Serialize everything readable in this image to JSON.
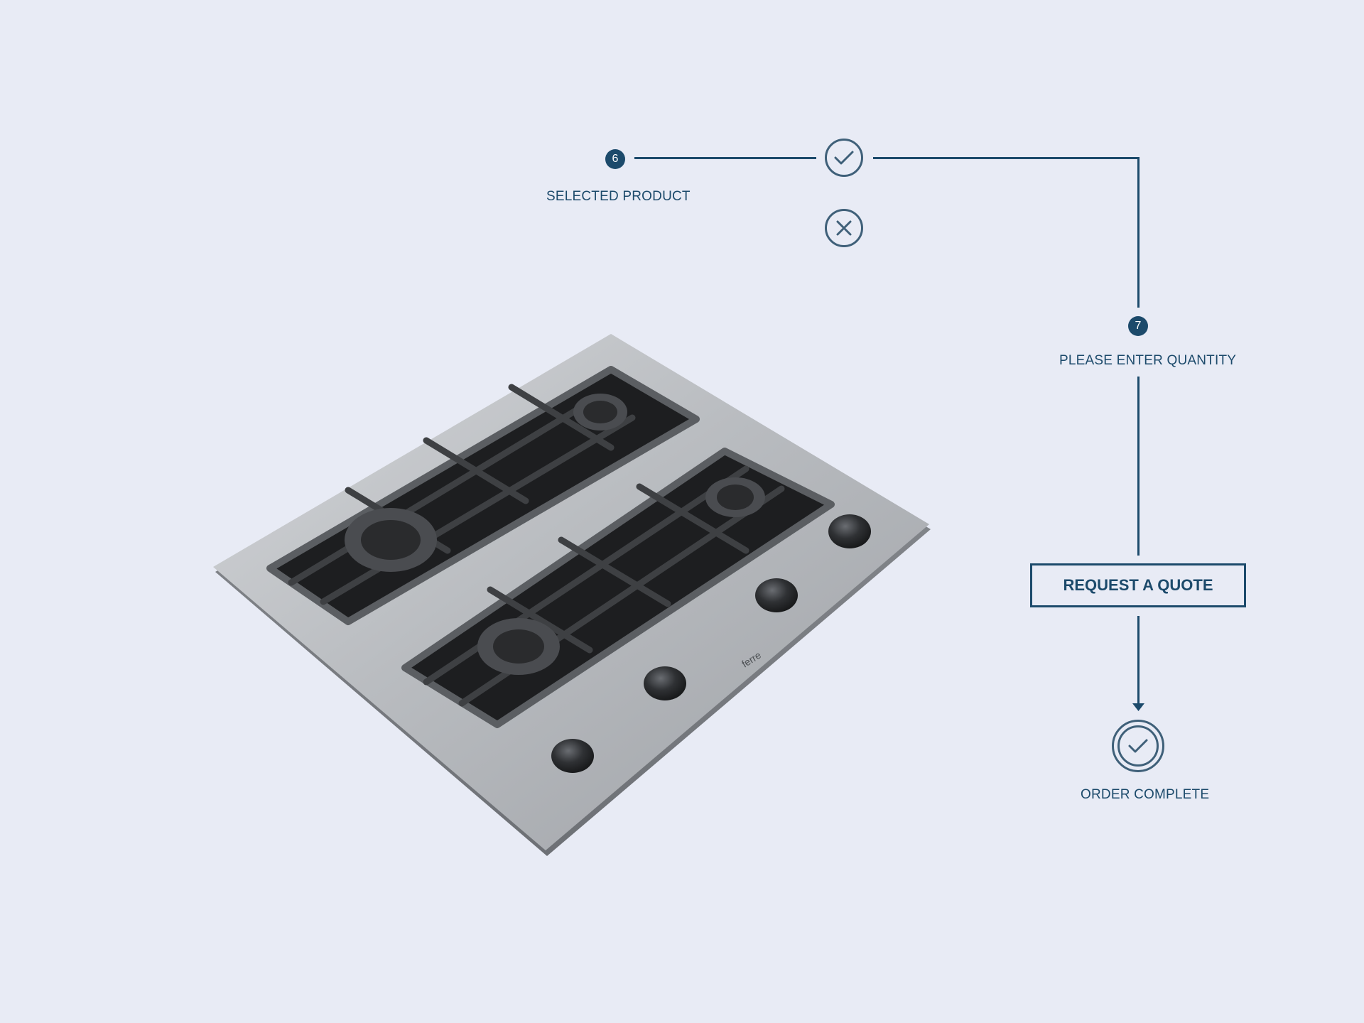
{
  "steps": {
    "step6": {
      "number": "6",
      "label": "SELECTED PRODUCT"
    },
    "step7": {
      "number": "7",
      "label": "PLEASE ENTER QUANTITY"
    }
  },
  "actions": {
    "request_quote_label": "REQUEST A QUOTE"
  },
  "completion": {
    "label": "ORDER COMPLETE"
  },
  "product": {
    "brand_text": "ferre"
  },
  "icons": {
    "confirm": "check-circle-icon",
    "reject": "x-circle-icon",
    "complete": "check-double-circle-icon",
    "arrow": "arrow-down-icon"
  },
  "colors": {
    "background": "#e8ebf5",
    "accent": "#1c4a6b",
    "icon_stroke": "#3f6079"
  }
}
